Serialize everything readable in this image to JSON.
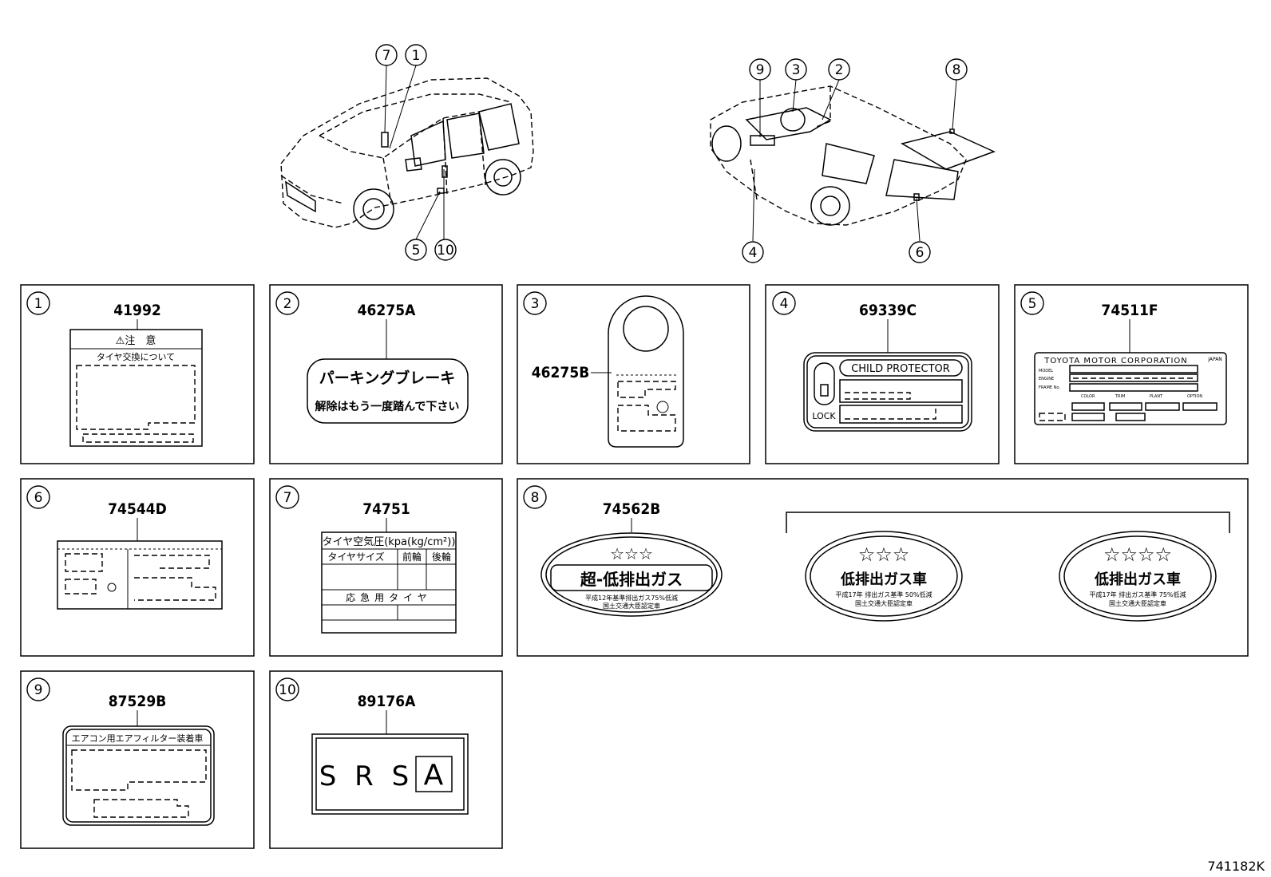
{
  "diagram_id": "741182K",
  "callouts_front": [
    "7",
    "1",
    "5",
    "10"
  ],
  "callouts_rear": [
    "9",
    "3",
    "2",
    "8",
    "4",
    "6"
  ],
  "panels": [
    {
      "num": "1",
      "part": "41992",
      "label_lines": [
        "⚠注　意",
        "タイヤ交換について"
      ]
    },
    {
      "num": "2",
      "part": "46275A",
      "label_lines": [
        "パーキングブレーキ",
        "解除はもう一度踏んで下さい"
      ]
    },
    {
      "num": "3",
      "part": "46275B",
      "label_lines": []
    },
    {
      "num": "4",
      "part": "69339C",
      "label_lines": [
        "CHILD PROTECTOR",
        "LOCK"
      ]
    },
    {
      "num": "5",
      "part": "74511F",
      "label_lines": [
        "TOYOTA MOTOR CORPORATION",
        "JAPAN",
        "MODEL",
        "ENGINE",
        "FRAME No.",
        "COLOR",
        "TRIM",
        "PLANT",
        "OPTION"
      ]
    },
    {
      "num": "6",
      "part": "74544D",
      "label_lines": []
    },
    {
      "num": "7",
      "part": "74751",
      "label_lines": [
        "タイヤ空気圧(kpa(kg/cm²))",
        "タイヤサイズ",
        "前輪",
        "後輪",
        "応急用タイヤ"
      ]
    },
    {
      "num": "8",
      "part": "74562B",
      "label_lines": []
    },
    {
      "num": "9",
      "part": "87529B",
      "label_lines": [
        "エアコン用エアフィルター装着車"
      ]
    },
    {
      "num": "10",
      "part": "89176A",
      "label_lines": [
        "S R S",
        "A"
      ]
    }
  ],
  "emission_labels": [
    {
      "stars": "☆☆☆",
      "title": "超-低排出ガス",
      "line1": "平成12年基準排出ガス75%低減",
      "line2": "国土交通大臣認定車"
    },
    {
      "stars": "☆☆☆",
      "title": "低排出ガス車",
      "line1": "平成17年 排出ガス基準 50%低減",
      "line2": "国土交通大臣認定車"
    },
    {
      "stars": "☆☆☆☆",
      "title": "低排出ガス車",
      "line1": "平成17年 排出ガス基準 75%低減",
      "line2": "国土交通大臣認定車"
    }
  ]
}
